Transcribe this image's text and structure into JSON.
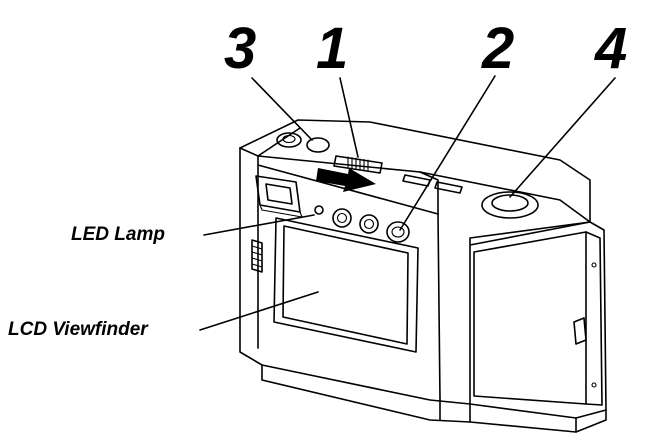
{
  "callouts": {
    "c1": "1",
    "c2": "2",
    "c3": "3",
    "c4": "4"
  },
  "labels": {
    "led_lamp": "LED Lamp",
    "lcd_viewfinder": "LCD Viewfinder"
  },
  "colors": {
    "line": "#000000",
    "background": "#ffffff"
  }
}
